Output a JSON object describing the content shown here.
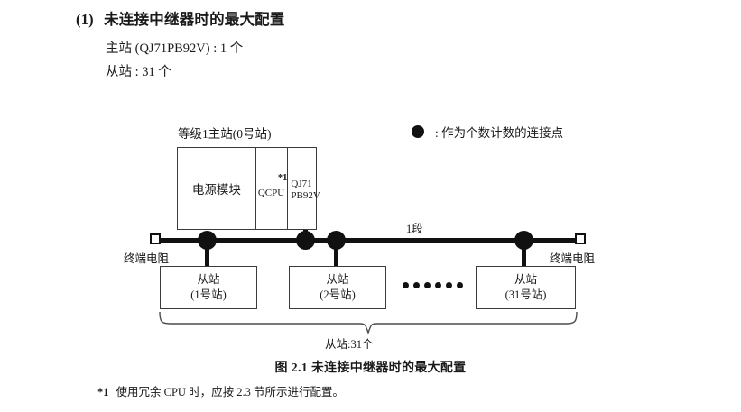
{
  "section": {
    "number": "(1)",
    "title": "未连接中继器时的最大配置",
    "line1": "主站 (QJ71PB92V) : 1 个",
    "line2": "从站 : 31 个"
  },
  "legend": {
    "marker": "filled-circle",
    "text": ": 作为个数计数的连接点"
  },
  "diagram": {
    "master_label": "等级1主站(0号站)",
    "rack_cells": [
      {
        "name": "power-module",
        "text": "电源模块"
      },
      {
        "name": "cpu-module",
        "text": "QCPU",
        "note": "*1"
      },
      {
        "name": "network-module",
        "text": "QJ71\nPB92V",
        "line1": "QJ71",
        "line2": "PB92V"
      }
    ],
    "segment_label": "1段",
    "terminator_left": "终端电阻",
    "terminator_right": "终端电阻",
    "slaves": [
      {
        "title": "从站",
        "station": "(1号站)"
      },
      {
        "title": "从站",
        "station": "(2号站)"
      },
      {
        "title": "从站",
        "station": "(31号站)"
      }
    ],
    "ellipsis_count": 6,
    "brace_label": "从站:31个"
  },
  "figure_caption": "图 2.1  未连接中继器时的最大配置",
  "footnote": {
    "mark": "*1",
    "text": "使用冗余 CPU 时，应按 2.3 节所示进行配置。"
  },
  "colors": {
    "ink": "#1a1a1a",
    "line": "#3b3b3b",
    "node": "#111111",
    "background": "#ffffff"
  }
}
